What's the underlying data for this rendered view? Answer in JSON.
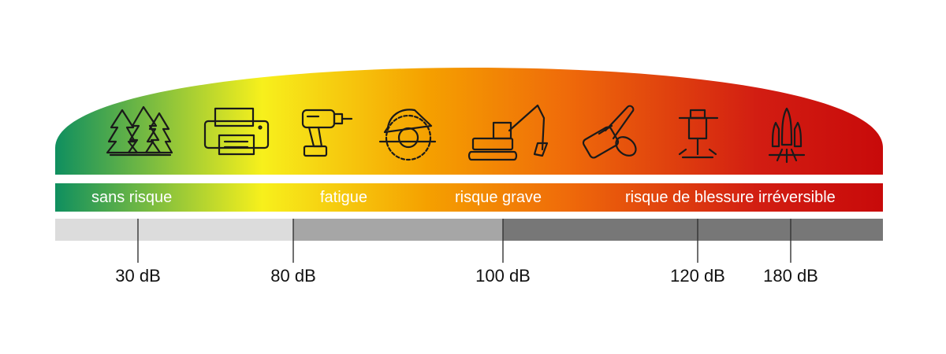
{
  "gradient_colors": [
    "#0f8f5f",
    "#f7f01c",
    "#f5a000",
    "#ef6a0a",
    "#d21d12",
    "#c80a0a"
  ],
  "gray_shades": [
    "#dcdcdc",
    "#a6a6a6",
    "#777777"
  ],
  "icons": [
    {
      "name": "forest-icon"
    },
    {
      "name": "printer-icon"
    },
    {
      "name": "drill-icon"
    },
    {
      "name": "circular-saw-icon"
    },
    {
      "name": "excavator-icon"
    },
    {
      "name": "chainsaw-icon"
    },
    {
      "name": "jackhammer-icon"
    },
    {
      "name": "space-shuttle-icon"
    }
  ],
  "zones": [
    {
      "label": "sans risque"
    },
    {
      "label": "fatigue"
    },
    {
      "label": "risque grave"
    },
    {
      "label": "risque de blessure irréversible"
    }
  ],
  "levels": [
    {
      "label": "30 dB",
      "value": 30
    },
    {
      "label": "80 dB",
      "value": 80
    },
    {
      "label": "100 dB",
      "value": 100
    },
    {
      "label": "120 dB",
      "value": 120
    },
    {
      "label": "180 dB",
      "value": 180
    }
  ]
}
